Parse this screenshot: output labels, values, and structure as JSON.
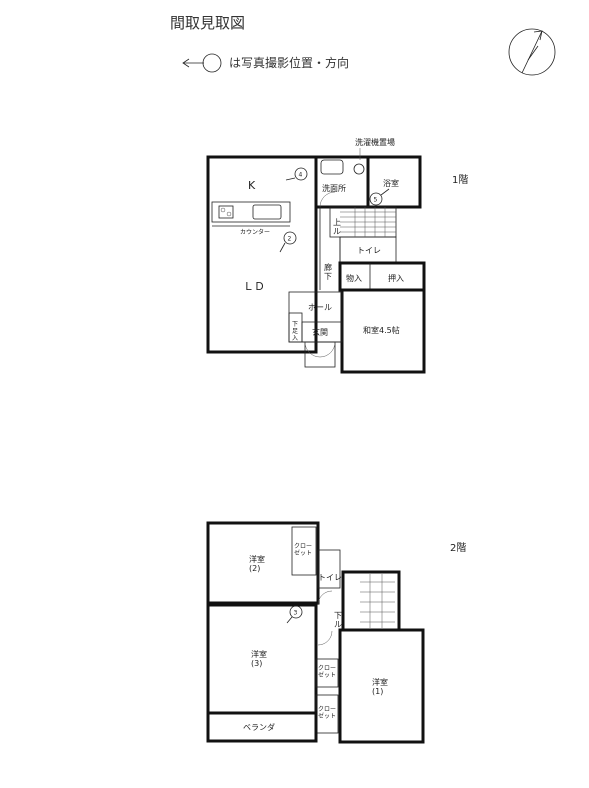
{
  "header": {
    "title": "間取見取図",
    "legend": "は写真撮影位置・方向"
  },
  "floor1": {
    "label": "1階",
    "rooms": {
      "kitchen": "K",
      "living": "ＬＤ",
      "counter": "カウンター",
      "laundry": "洗濯機置場",
      "washroom": "洗面所",
      "bath": "浴室",
      "stairs_up": "上\nル",
      "toilet": "トイレ",
      "corridor": "廊\n下",
      "storage": "物入",
      "closet": "押入",
      "hall": "ホール",
      "shoe_box": "下\n足\n入",
      "entrance": "玄関",
      "washitsu": "和室4.5帖"
    },
    "photo_points": [
      "4",
      "2",
      "5"
    ]
  },
  "floor2": {
    "label": "2階",
    "rooms": {
      "room2": "洋室\n(2)",
      "closet_a": "クロー\nゼット",
      "toilet": "トイレ",
      "stairs_down": "下\nル",
      "room3": "洋室\n(3)",
      "closet_b": "クロー\nゼット",
      "closet_c": "クロー\nゼット",
      "room1": "洋室\n(1)",
      "veranda": "ベランダ"
    },
    "photo_points": [
      "3"
    ]
  }
}
